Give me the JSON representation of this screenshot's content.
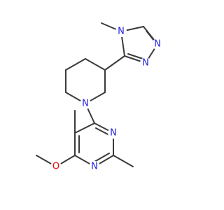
{
  "molecule": {
    "atom_colors": {
      "N": "#2323e6",
      "O": "#e60000"
    },
    "atoms": [
      {
        "label": "N",
        "element": "N",
        "name": "triazole-n-methyl-atom"
      },
      {
        "label": "N",
        "element": "N",
        "name": "triazole-n1-atom"
      },
      {
        "label": "N",
        "element": "N",
        "name": "triazole-n2-atom"
      },
      {
        "label": "N",
        "element": "N",
        "name": "triazole-n4-atom"
      },
      {
        "label": "N",
        "element": "N",
        "name": "piperidine-nitrogen-atom"
      },
      {
        "label": "N",
        "element": "N",
        "name": "pyrimidine-n-upper-atom"
      },
      {
        "label": "N",
        "element": "N",
        "name": "pyrimidine-n-lower-atom"
      },
      {
        "label": "O",
        "element": "O",
        "name": "methoxy-oxygen-atom"
      }
    ]
  }
}
